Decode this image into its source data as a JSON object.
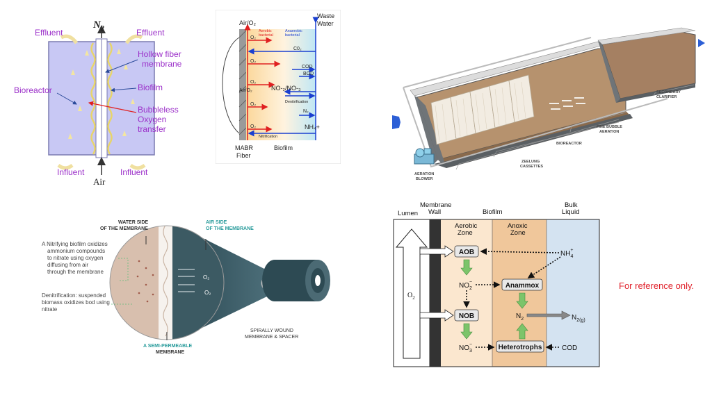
{
  "hollow_fiber": {
    "n2": "N",
    "n2_sub": "2",
    "effluent_left": "Effluent",
    "effluent_right": "Effluent",
    "hollow_fiber_membrane_1": "Hollow fiber",
    "hollow_fiber_membrane_2": "membrane",
    "bioreactor": "Bioreactor",
    "biofilm": "Biofilm",
    "bubbleless_1": "Bubbleless",
    "bubbleless_2": "Oxygen",
    "bubbleless_3": "transfer",
    "influent_left": "Influent",
    "influent_right": "Influent",
    "air": "Air"
  },
  "mabr_fiber": {
    "air_o2_top": "Air/O₂",
    "waste_water_1": "Waste",
    "waste_water_2": "Water",
    "aerobic_1": "Aerobic",
    "aerobic_2": "bacterial",
    "anaerobic_1": "Anaerobic",
    "anaerobic_2": "bacterial",
    "co2": "C0₂",
    "cod": "COD",
    "bod": "BOD",
    "no": "NO-₂/NO-₃",
    "denitrification": "Denitrification",
    "n2": "N₂",
    "nh4": "NH₄+",
    "nitrification": "Nitrification",
    "air_o2_side": "Air/O₂",
    "o2_labels": [
      "O₂",
      "O₂",
      "O₂",
      "O₂",
      "O₂"
    ],
    "mabr_fiber_1": "MABR",
    "mabr_fiber_2": "Fiber",
    "biofilm": "Biofilm"
  },
  "plant": {
    "secondary_clarifier_1": "SECONDARY",
    "secondary_clarifier_2": "CLARIFIER",
    "fine_bubble_1": "FINE BUBBLE",
    "fine_bubble_2": "AERATION",
    "bioreactor": "BIOREACTOR",
    "zeelung_1": "ZEELUNG",
    "zeelung_2": "CASSETTES",
    "aeration_blower_1": "AERATION",
    "aeration_blower_2": "BLOWER"
  },
  "spiral": {
    "water_side_1": "WATER SIDE",
    "water_side_2": "OF THE MEMBRANE",
    "air_side_1": "AIR SIDE",
    "air_side_2": "OF THE MEMBRANE",
    "nitrifying_1": "A Nitrifying biofilm oxidizes",
    "nitrifying_2": "ammonium compounds",
    "nitrifying_3": "to nitrate using oxygen",
    "nitrifying_4": "diffusing from air",
    "nitrifying_5": "through the membrane",
    "denit_1": "Denitrification: suspended",
    "denit_2": "biomass oxidizes bod using",
    "denit_3": "nitrate",
    "spirally_1": "SPIRALLY WOUND",
    "spirally_2": "MEMBRANE & SPACER",
    "semi_1": "A SEMI-PERMEABLE",
    "semi_2": "MEMBRANE",
    "o2_a": "O₂",
    "o2_b": "O₂"
  },
  "zones": {
    "membrane_wall_1": "Membrane",
    "membrane_wall_2": "Wall",
    "lumen": "Lumen",
    "biofilm": "Biofilm",
    "aerobic_1": "Aerobic",
    "aerobic_2": "Zone",
    "anoxic_1": "Anoxic",
    "anoxic_2": "Zone",
    "bulk_1": "Bulk",
    "bulk_2": "Liquid",
    "aob": "AOB",
    "nh4": "NH",
    "nh4_sub": "4",
    "nh4_sup": "+",
    "no2": "NO",
    "no2_sub": "2",
    "no2_sup": "−",
    "anammox": "Anammox",
    "o2": "O",
    "o2_sub": "2",
    "nob": "NOB",
    "n2": "N",
    "n2_sub": "2",
    "n2g": "N",
    "n2g_sub": "2(g)",
    "no3": "NO",
    "no3_sub": "3",
    "no3_sup": "−",
    "heterotrophs": "Heterotrophs",
    "cod": "COD"
  },
  "note": "For reference only.",
  "colors": {
    "purple_text": "#9b2fc9",
    "red_arrow": "#e02020",
    "blue_arrow": "#1a3fd0",
    "aerobic_zone": "#fbe7cf",
    "anoxic_zone": "#f0c79b",
    "bulk_zone": "#d4e3f1",
    "plant_tank": "#6f7478",
    "note_red": "#e0202a"
  }
}
